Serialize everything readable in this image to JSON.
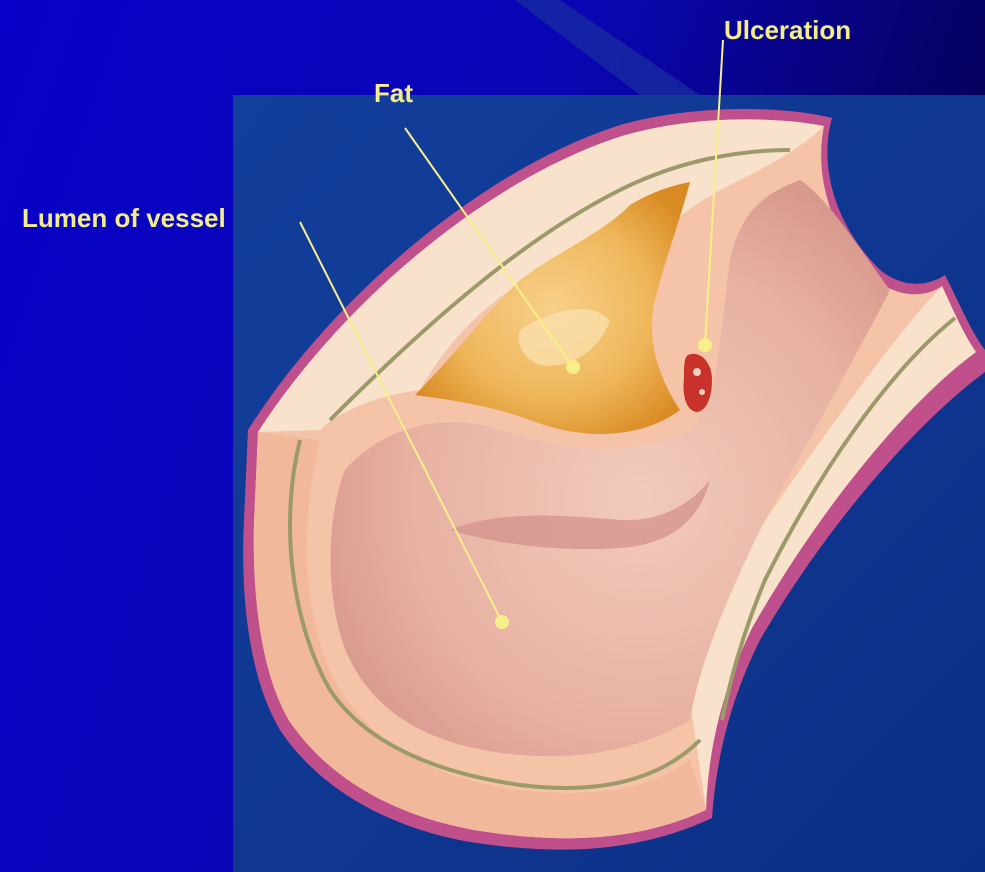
{
  "diagram": {
    "labels": {
      "fat": "Fat",
      "ulceration": "Ulceration",
      "lumen": "Lumen of vessel"
    },
    "colors": {
      "slide_background": "#0a00c8",
      "panel_background": "#0f3a9a",
      "label_text": "#f3ee8a",
      "leader_line": "#f7f08a",
      "vessel_wall_outer": "#c0508c",
      "vessel_wall": "#f4c3a8",
      "cut_face": "#f9e2cc",
      "lumen": "#e8b3a2",
      "fat_plaque": "#eba43c",
      "ulceration": "#c8322a",
      "layer_line": "#9c9a6a"
    }
  }
}
